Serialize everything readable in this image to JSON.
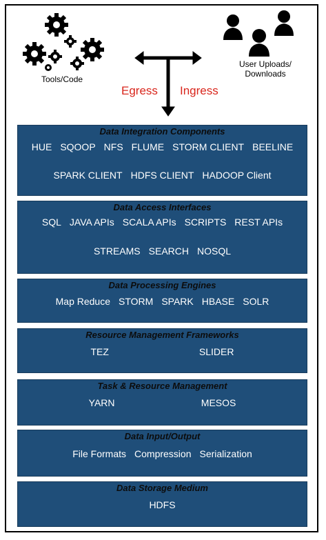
{
  "top": {
    "tools_label": "Tools/Code",
    "users_label_line1": "User Uploads/",
    "users_label_line2": "Downloads",
    "egress": "Egress",
    "ingress": "Ingress"
  },
  "colors": {
    "layer_fill": "#1f4e79",
    "flow_text": "#d9261c"
  },
  "layers": [
    {
      "title": "Data Integration Components",
      "rows": [
        [
          "HUE",
          "SQOOP",
          "NFS",
          "FLUME",
          "STORM CLIENT",
          "BEELINE"
        ],
        [
          "SPARK CLIENT",
          "HDFS CLIENT",
          "HADOOP Client"
        ]
      ]
    },
    {
      "title": "Data Access Interfaces",
      "rows": [
        [
          "SQL",
          "JAVA APIs",
          "SCALA APIs",
          "SCRIPTS",
          "REST APIs"
        ],
        [
          "STREAMS",
          "SEARCH",
          "NOSQL"
        ]
      ]
    },
    {
      "title": "Data Processing Engines",
      "rows": [
        [
          "Map Reduce",
          "STORM",
          "SPARK",
          "HBASE",
          "SOLR"
        ]
      ]
    },
    {
      "title": "Resource Management Frameworks",
      "rows": [
        [
          "TEZ",
          "SLIDER"
        ]
      ]
    },
    {
      "title": "Task & Resource Management",
      "rows": [
        [
          "YARN",
          "MESOS"
        ]
      ]
    },
    {
      "title": "Data Input/Output",
      "rows": [
        [
          "File Formats",
          "Compression",
          "Serialization"
        ]
      ]
    },
    {
      "title": "Data Storage Medium",
      "rows": [
        [
          "HDFS"
        ]
      ]
    }
  ]
}
